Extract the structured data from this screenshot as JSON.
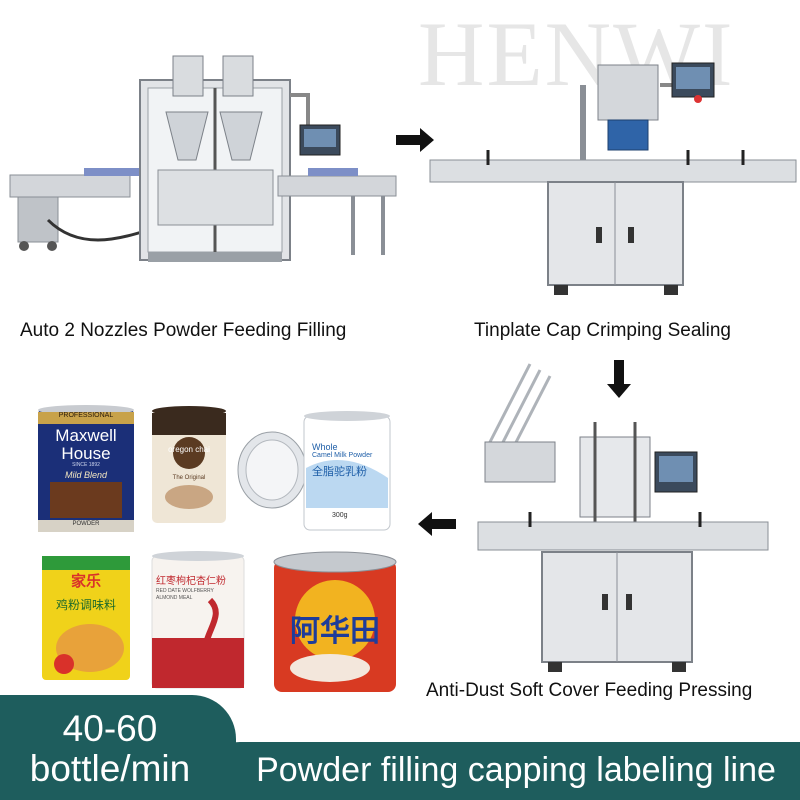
{
  "watermark": "HENWI",
  "captions": {
    "filling": "Auto 2 Nozzles Powder Feeding Filling",
    "sealing": "Tinplate Cap Crimping Sealing",
    "pressing": "Anti-Dust Soft Cover Feeding Pressing"
  },
  "products": {
    "maxwell": {
      "top": "PROFESSIONAL",
      "line1": "Maxwell",
      "line2": "House",
      "since": "SINCE 1892",
      "variant": "Mild Blend",
      "sub": "POWDER"
    },
    "oregon": {
      "brand": "oregon chai",
      "variant": "The Original"
    },
    "camel": {
      "line1": "Whole",
      "line2": "Camel Milk Powder",
      "cn": "全脂驼乳粉",
      "weight": "300g"
    },
    "knorr": {
      "brand": "家乐",
      "cn": "鸡粉调味料"
    },
    "almond": {
      "cn": "红枣枸杞杏仁粉",
      "en1": "RED DATE WOLFBERRY",
      "en2": "ALMOND MEAL"
    },
    "ovaltine": {
      "cn": "阿华田"
    }
  },
  "banner": {
    "rate_line1": "40-60",
    "rate_line2": "bottle/min",
    "title": "Powder filling capping labeling line"
  },
  "colors": {
    "banner": "#1e5d5d",
    "steel": "#c9cdd2",
    "arrow": "#111111"
  }
}
